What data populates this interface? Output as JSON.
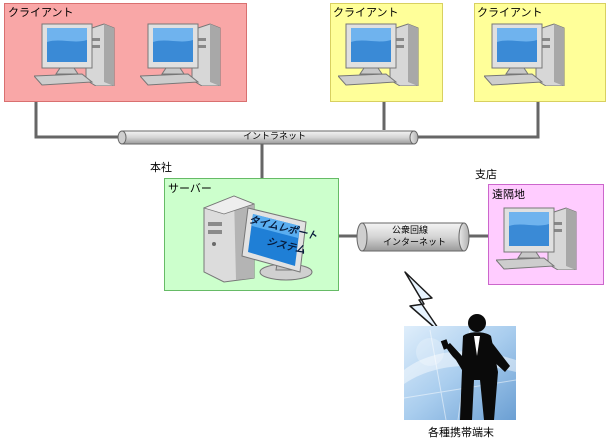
{
  "hq": {
    "group_label": "本社",
    "clients_label": "クライアント",
    "server_label": "サーバー",
    "system_text_line1": "タイムレポート",
    "system_text_line2": "システム"
  },
  "branch": {
    "group_label": "支店",
    "client_a_label": "クライアント",
    "client_b_label": "クライアント",
    "remote_label": "遠隔地"
  },
  "network": {
    "intranet_label": "イントラネット",
    "public_line_label": "公衆回線",
    "internet_label": "インターネット"
  },
  "mobile": {
    "label": "各種携帯端末"
  },
  "colors": {
    "clients_bg": "#f9a7a7",
    "clients_border": "#d97070",
    "branch_bg": "#ffff99",
    "branch_border": "#d8d060",
    "server_bg": "#ccffcc",
    "server_border": "#66bb66",
    "remote_bg": "#ffccff",
    "remote_border": "#cc66cc",
    "line": "#666666"
  },
  "icons": {
    "client_pc": "desktop-computer-icon",
    "server": "server-computer-icon",
    "mobile_user": "businessman-with-phone-icon",
    "wireless": "lightning-bolt-icon"
  }
}
